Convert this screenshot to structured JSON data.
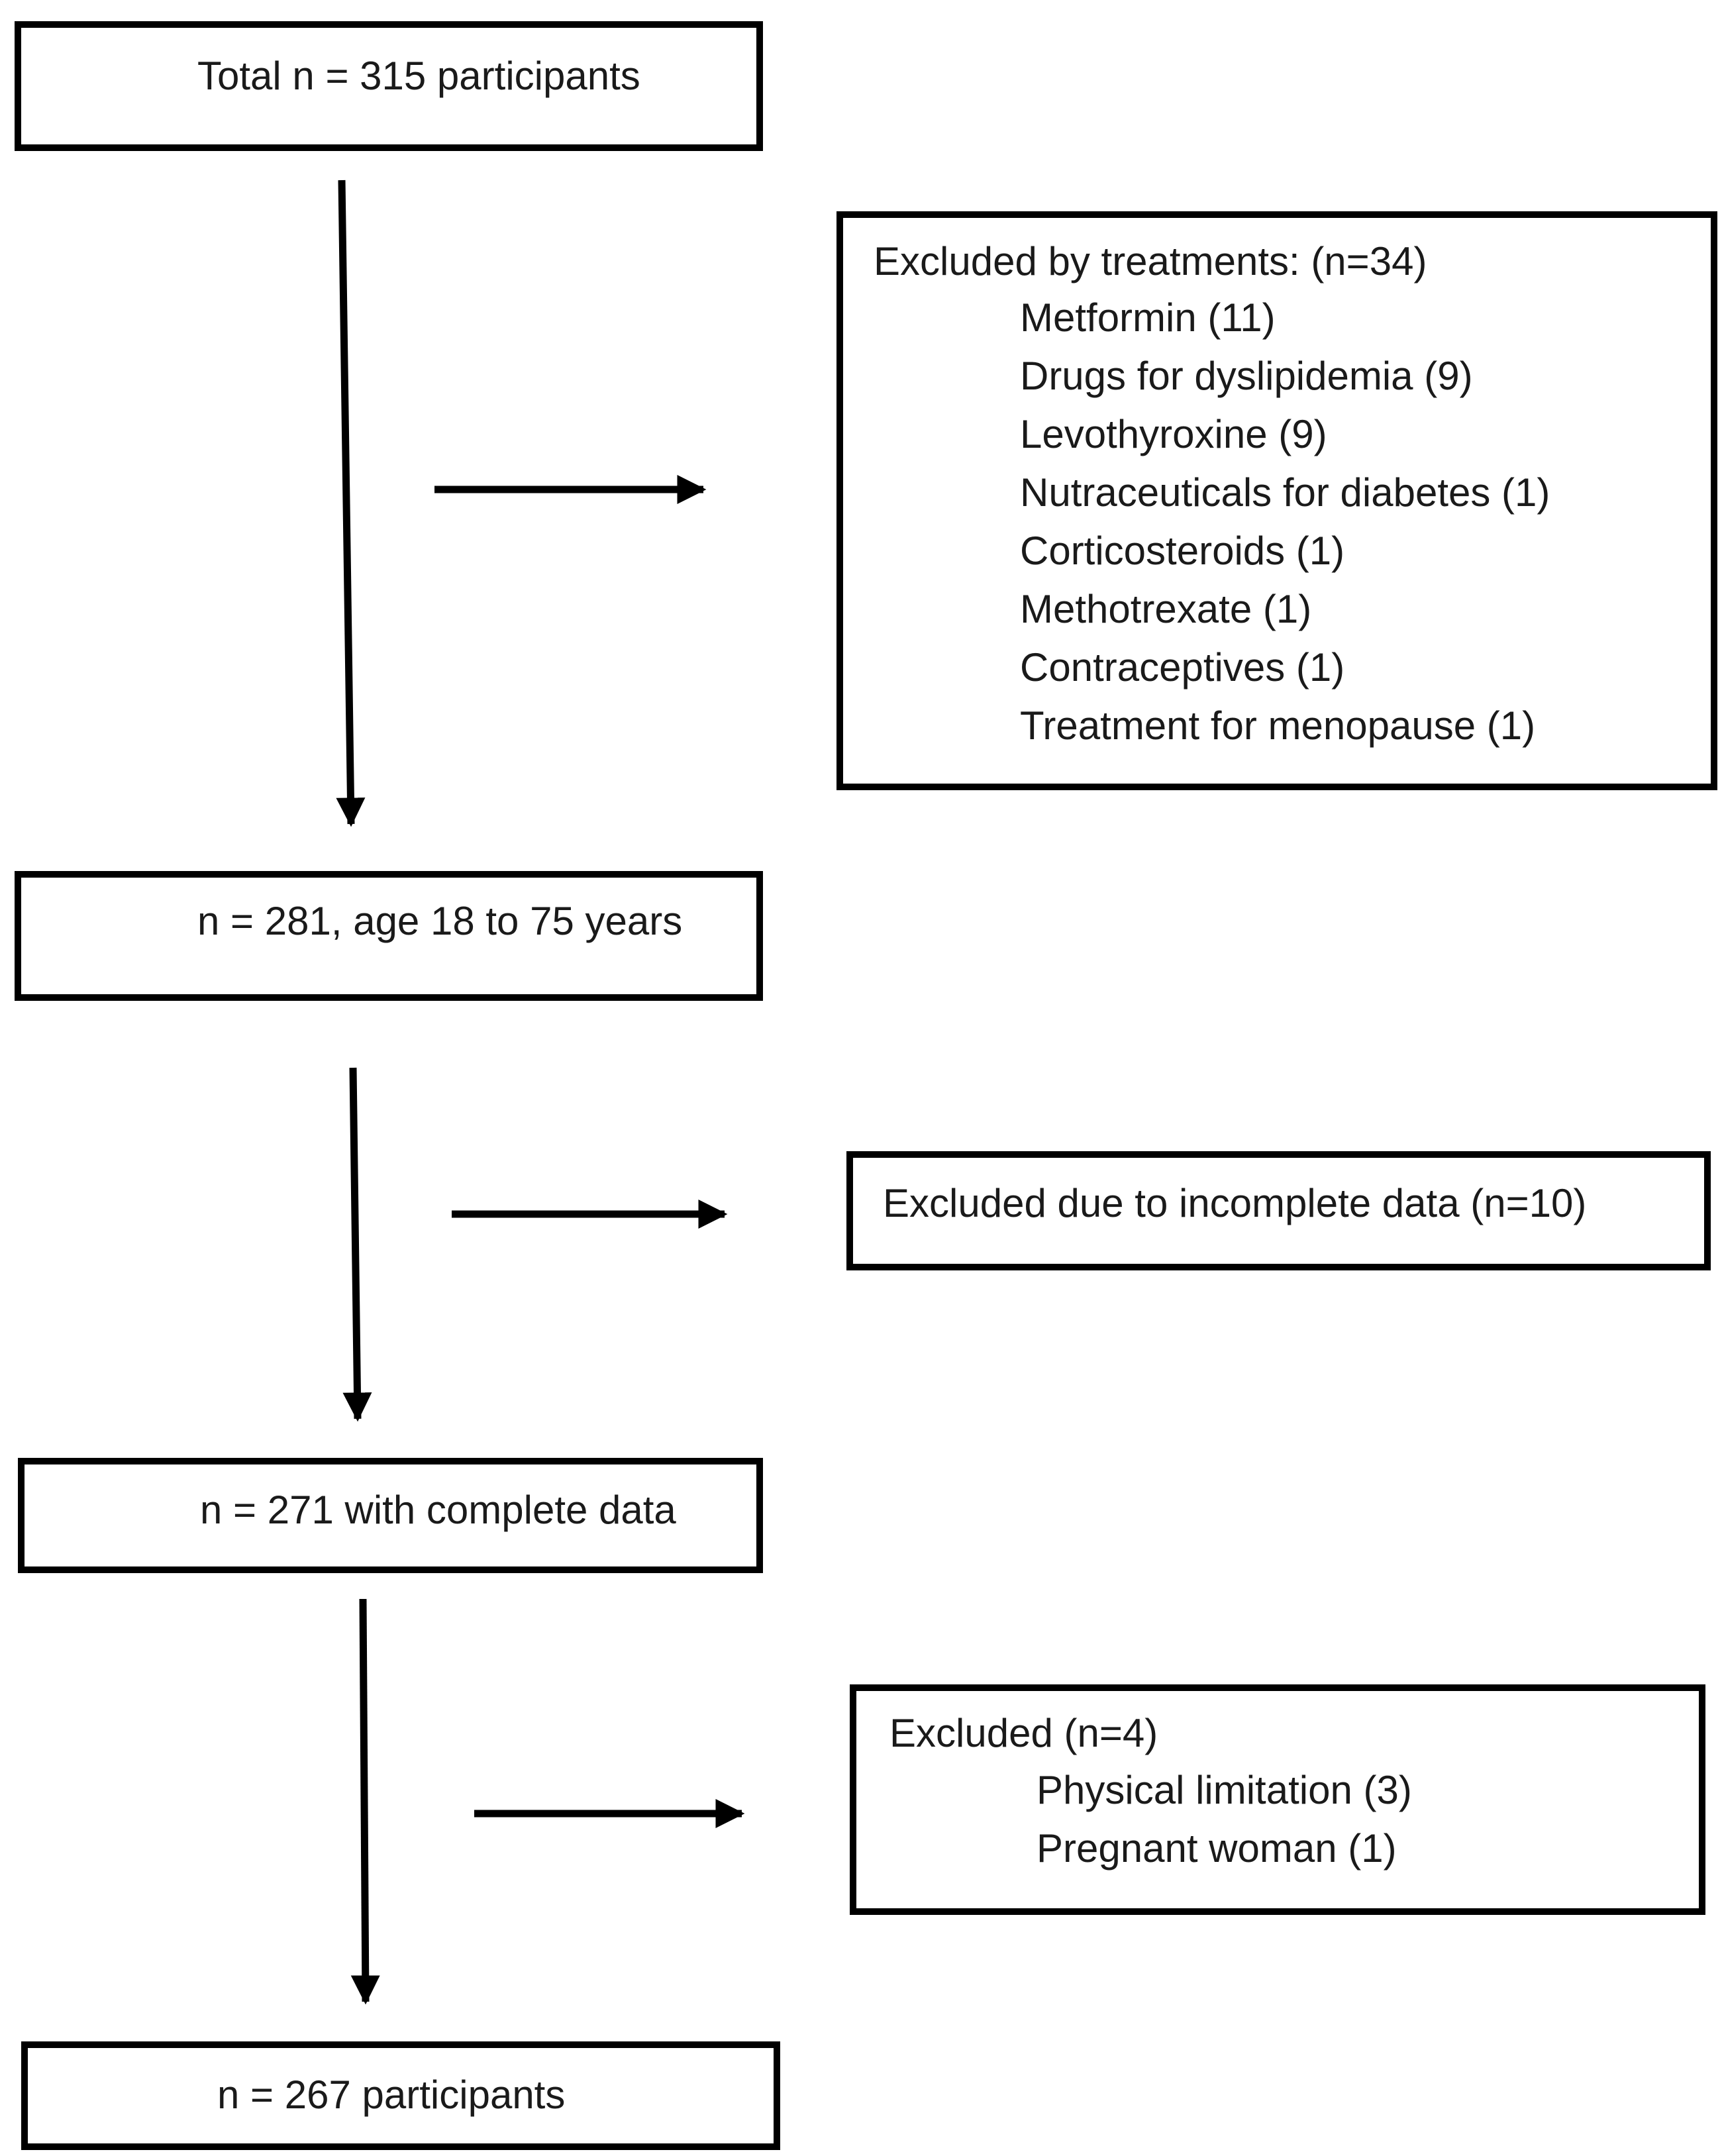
{
  "flow": {
    "total": "Total n = 315 participants",
    "after_treatment_exclusion": "n = 281, age 18 to 75 years",
    "complete_data": "n = 271 with complete data",
    "final": "n = 267 participants"
  },
  "exclusions": {
    "treatments": {
      "title": "Excluded by treatments: (n=34)",
      "items": [
        "Metformin (11)",
        "Drugs for dyslipidemia (9)",
        "Levothyroxine (9)",
        "Nutraceuticals for diabetes (1)",
        "Corticosteroids (1)",
        "Methotrexate (1)",
        "Contraceptives (1)",
        "Treatment for menopause (1)"
      ]
    },
    "incomplete": {
      "title": "Excluded due to incomplete data (n=10)"
    },
    "other": {
      "title": "Excluded (n=4)",
      "items": [
        "Physical limitation (3)",
        "Pregnant woman (1)"
      ]
    }
  }
}
